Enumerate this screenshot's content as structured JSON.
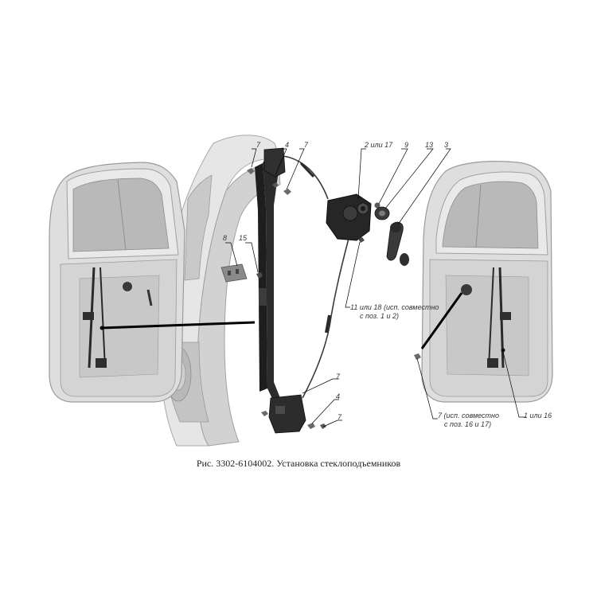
{
  "caption": "Рис. 3302-6104002. Установка стеклоподъемников",
  "callouts": {
    "c7_top_a": "7",
    "c4_top": "4",
    "c7_top_b": "7",
    "c8": "8",
    "c15": "15",
    "c2_17": "2 или 17",
    "c9": "9",
    "c13": "13",
    "c3": "3",
    "c11_18_l1": "11 или 18 (исп. совместно",
    "c11_18_l2": "с поз. 1 и 2)",
    "c7_mid": "7",
    "c4_bottom": "4",
    "c7_bottom": "7",
    "c7_right_l1": "7 (исп. совместно",
    "c7_right_l2": "с поз. 16 и 17)",
    "c1_16": "1 или 16"
  },
  "colors": {
    "door_fill": "#dcdcdc",
    "door_edge": "#9a9a9a",
    "glass": "#b5b5b5",
    "mechanism": "#2a2a2a",
    "leader": "#000000"
  }
}
